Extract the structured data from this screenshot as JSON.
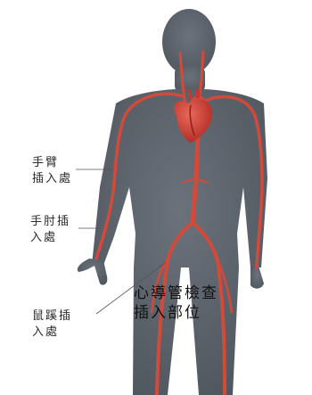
{
  "labels": {
    "arm": "手臂\n插入處",
    "elbow": "手肘插\n入處",
    "groin": "鼠蹊插\n入處"
  },
  "title": "心導管檢查\n插入部位",
  "colors": {
    "background": "#ffffff",
    "body": "#5d646d",
    "artery": "#d44a3a",
    "heart": "#c8362d",
    "leader_line": "#555555",
    "text": "#2b2b2b"
  }
}
